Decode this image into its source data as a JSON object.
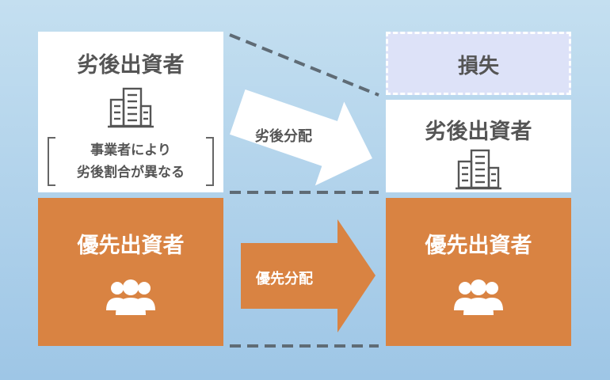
{
  "left": {
    "subordinate": {
      "title": "劣後出資者",
      "note_line1": "事業者により",
      "note_line2": "劣後割合が異なる",
      "icon": "building-icon"
    },
    "senior": {
      "title": "優先出資者",
      "icon": "people-group-icon"
    }
  },
  "arrows": {
    "subordinate_label": "劣後分配",
    "senior_label": "優先分配"
  },
  "right": {
    "loss_label": "損失",
    "subordinate": {
      "title": "劣後出資者",
      "icon": "building-icon"
    },
    "senior": {
      "title": "優先出資者",
      "icon": "people-group-icon"
    }
  },
  "colors": {
    "orange": "#d98342",
    "loss_fill": "#dde2f8",
    "text_gray": "#555555",
    "background": "#b3d4ec"
  }
}
